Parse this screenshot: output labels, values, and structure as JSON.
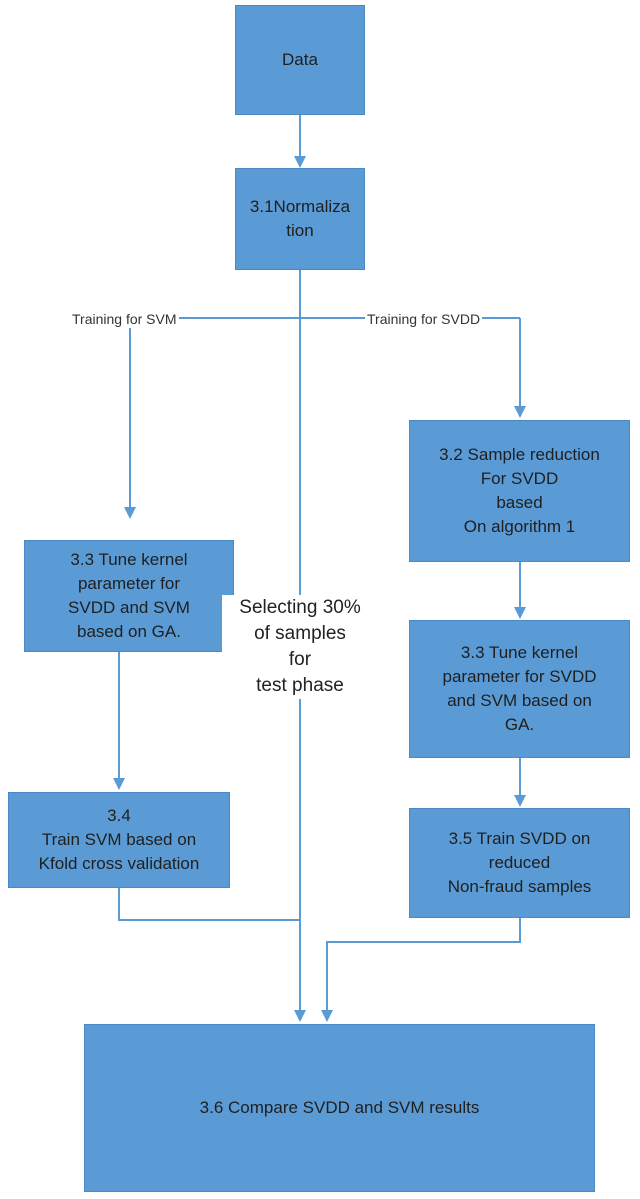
{
  "nodes": {
    "data": "Data",
    "normalization": "3.1Normaliza\ntion",
    "sample_reduction": "3.2 Sample reduction\nFor SVDD\nbased\nOn algorithm 1",
    "tune_left": "3.3 Tune kernel\nparameter for\nSVDD and SVM\nbased on GA.",
    "tune_right": "3.3 Tune kernel\nparameter for SVDD\nand SVM based on\nGA.",
    "train_svm": "3.4\nTrain SVM based on\nKfold cross validation",
    "train_svdd": "3.5 Train SVDD on\nreduced\nNon-fraud samples",
    "compare": "3.6 Compare SVDD and SVM results"
  },
  "edge_labels": {
    "training_svm": "Training for SVM",
    "training_svdd": "Training for SVDD",
    "test_phase": "Selecting 30%\nof samples\nfor\ntest phase"
  },
  "colors": {
    "box_fill": "#5b9bd5",
    "connector": "#5b9bd5"
  }
}
